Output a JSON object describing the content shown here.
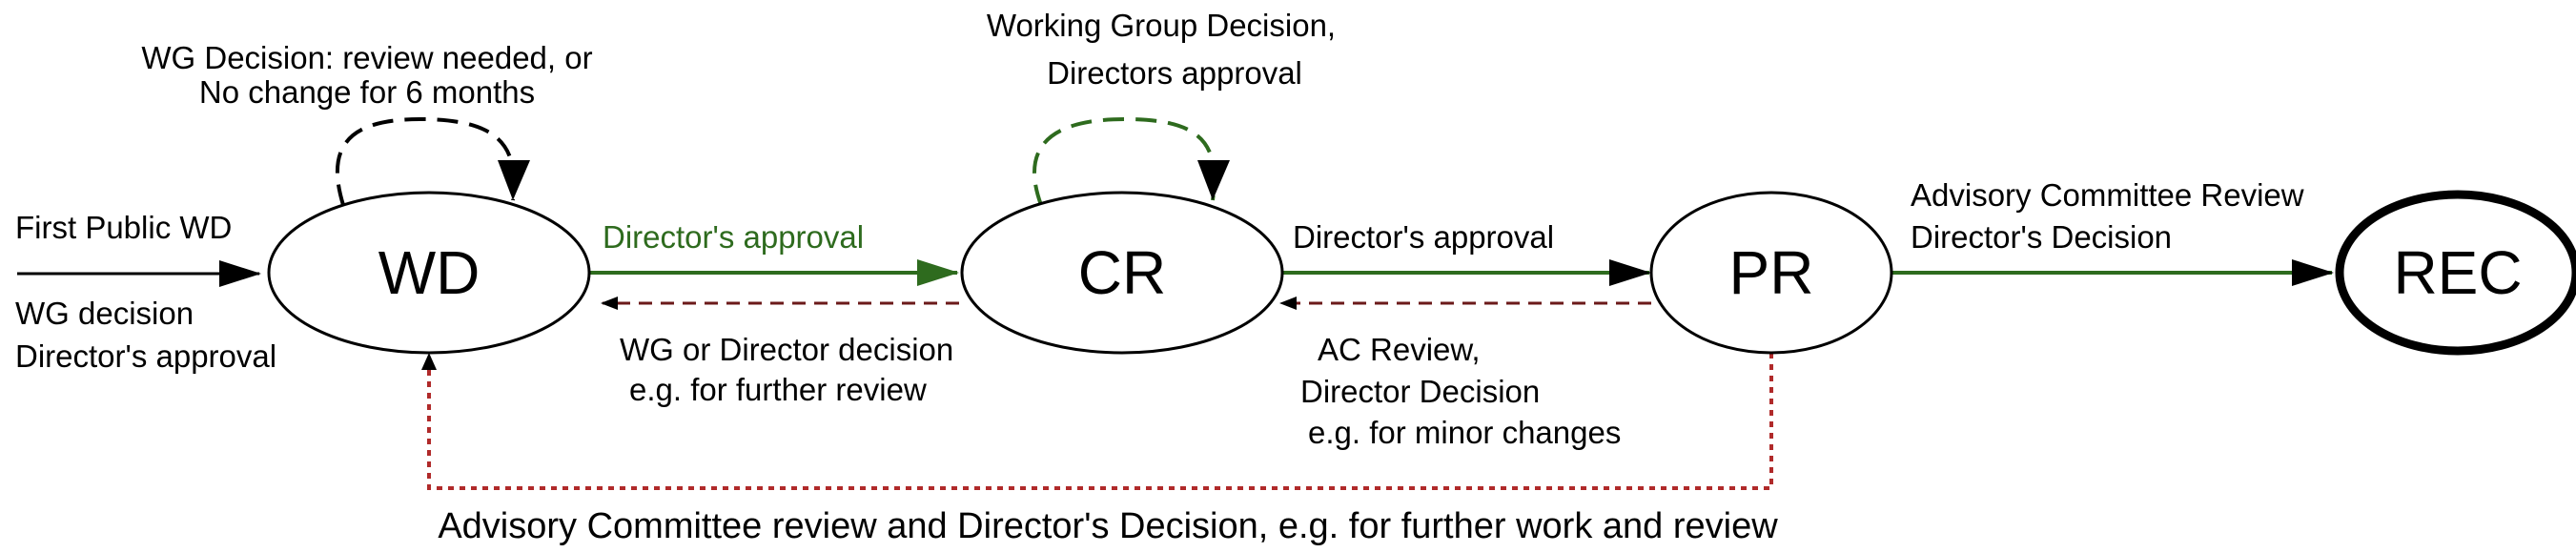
{
  "colors": {
    "black": "#000000",
    "green": "#2e6b1e",
    "dark_red": "#6b1a1a",
    "red_dotted": "#b02a2a"
  },
  "nodes": {
    "wd": "WD",
    "cr": "CR",
    "pr": "PR",
    "rec": "REC"
  },
  "labels": {
    "wd_loop": [
      "WG Decision: review needed, or",
      "No change for 6 months"
    ],
    "cr_loop": [
      "Working Group Decision,",
      "Directors approval"
    ],
    "entry_top": "First Public WD",
    "entry_bottom": [
      "WG decision",
      "Director's approval"
    ],
    "wd_to_cr": "Director's approval",
    "cr_to_wd": [
      "WG or Director decision",
      "e.g. for further review"
    ],
    "cr_to_pr": "Director's approval",
    "pr_to_cr": [
      "AC Review,",
      "Director Decision",
      "e.g. for minor changes"
    ],
    "pr_to_rec": [
      "Advisory Committee Review",
      "Director's Decision"
    ],
    "pr_to_wd": "Advisory Committee review and Director's Decision, e.g. for further work and review"
  }
}
